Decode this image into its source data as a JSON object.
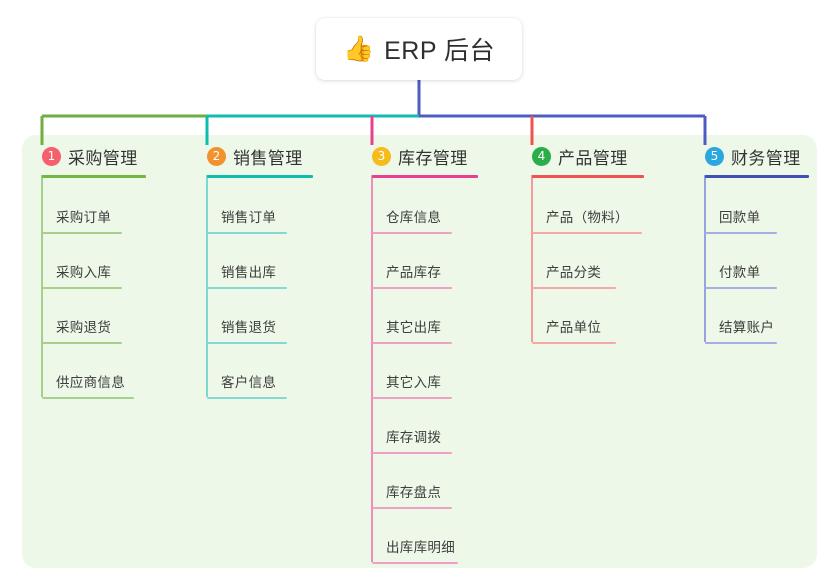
{
  "diagram": {
    "type": "mind-map",
    "background_color": "#ffffff",
    "panel_color": "#edf8e9"
  },
  "root": {
    "emoji": "👍",
    "emoji_name": "thumbs-up-icon",
    "title": "ERP 后台",
    "stem_color": "#4e5bbf"
  },
  "trunk": {
    "segments": [
      {
        "color": "#6fae3f"
      },
      {
        "color": "#0fbdad"
      },
      {
        "color": "#4e5bbf"
      }
    ]
  },
  "columns": [
    {
      "number": "1",
      "title": "采购管理",
      "badge_color": "#f4606c",
      "rule_color": "#72b741",
      "drop_color": "#6fae3f",
      "connector_color": "#a6cf8c",
      "child_rule_color": "#a8d08d",
      "children": [
        {
          "label": "采购订单"
        },
        {
          "label": "采购入库"
        },
        {
          "label": "采购退货"
        },
        {
          "label": "供应商信息"
        }
      ]
    },
    {
      "number": "2",
      "title": "销售管理",
      "badge_color": "#f2922e",
      "rule_color": "#0fbdad",
      "drop_color": "#0fbdad",
      "connector_color": "#7fd8d0",
      "child_rule_color": "#86d9d2",
      "children": [
        {
          "label": "销售订单"
        },
        {
          "label": "销售出库"
        },
        {
          "label": "销售退货"
        },
        {
          "label": "客户信息"
        }
      ]
    },
    {
      "number": "3",
      "title": "库存管理",
      "badge_color": "#f5bc1c",
      "rule_color": "#ea3f8f",
      "drop_color": "#ea3f8f",
      "connector_color": "#ef8ebb",
      "child_rule_color": "#f0a0c6",
      "children": [
        {
          "label": "仓库信息"
        },
        {
          "label": "产品库存"
        },
        {
          "label": "其它出库"
        },
        {
          "label": "其它入库"
        },
        {
          "label": "库存调拨"
        },
        {
          "label": "库存盘点"
        },
        {
          "label": "出库库明细"
        }
      ]
    },
    {
      "number": "4",
      "title": "产品管理",
      "badge_color": "#2bae4a",
      "rule_color": "#f2524f",
      "drop_color": "#f2524f",
      "connector_color": "#f59b97",
      "child_rule_color": "#f6a9a4",
      "children": [
        {
          "label": "产品（物料）"
        },
        {
          "label": "产品分类"
        },
        {
          "label": "产品单位"
        }
      ]
    },
    {
      "number": "5",
      "title": "财务管理",
      "badge_color": "#2ba7df",
      "rule_color": "#4050b5",
      "drop_color": "#4e5bbf",
      "connector_color": "#97a3dc",
      "child_rule_color": "#a4aee1",
      "children": [
        {
          "label": "回款单"
        },
        {
          "label": "付款单"
        },
        {
          "label": "结算账户"
        }
      ]
    }
  ]
}
